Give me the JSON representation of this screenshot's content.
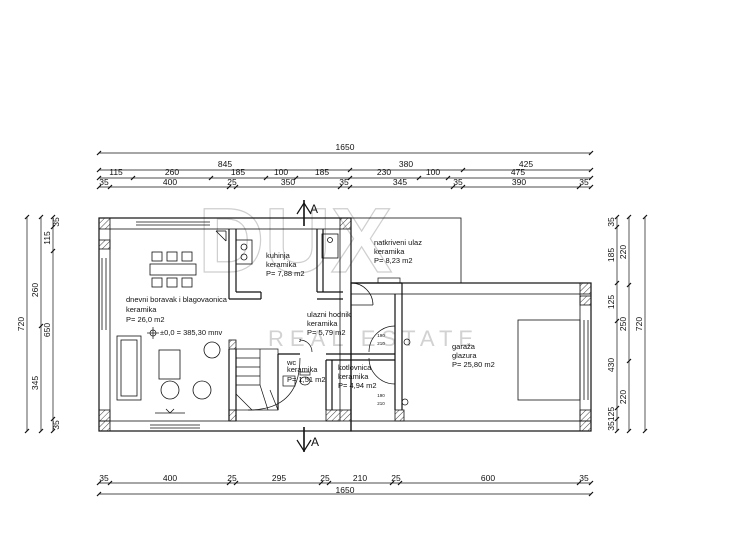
{
  "watermark": {
    "logo": "DUX",
    "sub": "REAL ESTATE"
  },
  "dims_top": {
    "row1": [
      "1650"
    ],
    "row2": [
      "845",
      "380",
      "425"
    ],
    "row3": [
      "115",
      "260",
      "185",
      "100",
      "185",
      "230",
      "100",
      "475"
    ],
    "row4": [
      "35",
      "400",
      "25",
      "350",
      "35",
      "345",
      "35",
      "390",
      "35"
    ]
  },
  "dims_bottom": {
    "row1": [
      "35",
      "400",
      "25",
      "295",
      "25",
      "210",
      "25",
      "600",
      "35"
    ],
    "row2": [
      "1650"
    ]
  },
  "dims_left": {
    "outer": [
      "720"
    ],
    "mid": [
      "260",
      "345"
    ],
    "inner": [
      "115",
      "650"
    ],
    "ends": [
      "35",
      "35"
    ]
  },
  "dims_right": {
    "a": [
      "35",
      "185",
      "125",
      "430",
      "125",
      "35"
    ],
    "b": [
      "220",
      "250",
      "220"
    ],
    "c": [
      "720"
    ]
  },
  "rooms": [
    {
      "name": "dnevni boravak i blagovaonica",
      "finish": "keramika",
      "area": "P= 26,0 m2"
    },
    {
      "name": "kuhinja",
      "finish": "keramika",
      "area": "P= 7,88 m2"
    },
    {
      "name": "ulazni hodnik",
      "finish": "keramika",
      "area": "P= 5,79 m2"
    },
    {
      "name": "natkriveni ulaz",
      "finish": "keramika",
      "area": "P= 8,23 m2"
    },
    {
      "name": "garaža",
      "finish": "glazura",
      "area": "P= 25,80 m2"
    },
    {
      "name": "kotlovnica",
      "finish": "keramika",
      "area": "P= 4,94 m2"
    },
    {
      "name": "wc",
      "finish": "keramika",
      "area": "P= 1,51 m2"
    }
  ],
  "level": "±0,0 = 385,30 mnv",
  "section_label": "A",
  "door_tags": [
    "190",
    "210",
    "190",
    "210"
  ],
  "stair_tag": "2"
}
